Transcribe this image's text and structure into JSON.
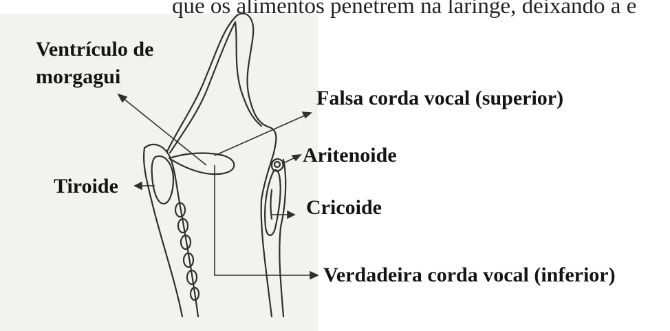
{
  "document": {
    "top_text": "que os alimentos penetrem na laringe, deixando a e"
  },
  "labels": {
    "ventriculo_line1": "Ventrículo de",
    "ventriculo_line2": "morgagui",
    "falsa_corda": "Falsa corda vocal (superior)",
    "aritenoide": "Aritenoide",
    "tiroide": "Tiroide",
    "cricoide": "Cricoide",
    "verdadeira_corda": "Verdadeira corda vocal (inferior)"
  },
  "colors": {
    "ink": "#2f2f2f",
    "paper": "#f2f2f0"
  }
}
